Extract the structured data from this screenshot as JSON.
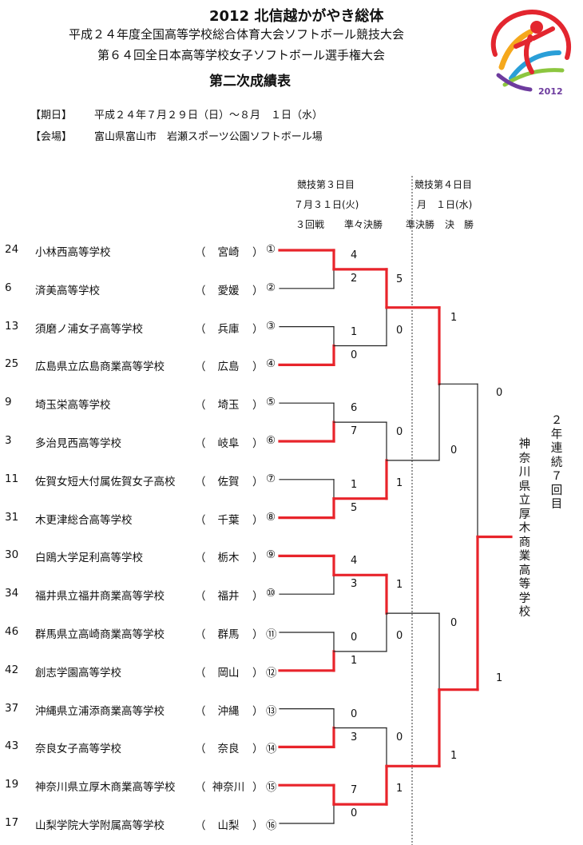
{
  "header": {
    "title": "2012 北信越かがやき総体",
    "line2": "平成２４年度全国高等学校総合体育大会ソフトボール競技大会",
    "line3": "第６４回全日本高等学校女子ソフトボール選手権大会",
    "line4": "第二次成績表"
  },
  "info": {
    "period_label": "【期日】",
    "period_value": "平成２４年７月２９日（日）～８月　１日（水）",
    "venue_label": "【会場】",
    "venue_value": "富山県富山市　岩瀬スポーツ公園ソフトボール場"
  },
  "logo": {
    "year": "2012",
    "colors": [
      "#e3262f",
      "#f5a81c",
      "#2a9fd8",
      "#8cc63f",
      "#6d3b9e"
    ]
  },
  "columns": {
    "day3": "競技第３日目",
    "day3_date": "７月３１日(火)",
    "day4": "競技第４日目",
    "day4_date": "月　１日(水)",
    "round3": "３回戦",
    "quarter": "準々決勝",
    "semi": "準決勝",
    "final": "決　勝"
  },
  "teams": [
    {
      "no": "24",
      "name": "小林西高等学校",
      "pref": "宮崎",
      "mark": "①"
    },
    {
      "no": "6",
      "name": "済美高等学校",
      "pref": "愛媛",
      "mark": "②"
    },
    {
      "no": "13",
      "name": "須磨ノ浦女子高等学校",
      "pref": "兵庫",
      "mark": "③"
    },
    {
      "no": "25",
      "name": "広島県立広島商業高等学校",
      "pref": "広島",
      "mark": "④"
    },
    {
      "no": "9",
      "name": "埼玉栄高等学校",
      "pref": "埼玉",
      "mark": "⑤"
    },
    {
      "no": "3",
      "name": "多治見西高等学校",
      "pref": "岐阜",
      "mark": "⑥"
    },
    {
      "no": "11",
      "name": "佐賀女短大付属佐賀女子高校",
      "pref": "佐賀",
      "mark": "⑦"
    },
    {
      "no": "31",
      "name": "木更津総合高等学校",
      "pref": "千葉",
      "mark": "⑧"
    },
    {
      "no": "30",
      "name": "白鴎大学足利高等学校",
      "pref": "栃木",
      "mark": "⑨"
    },
    {
      "no": "34",
      "name": "福井県立福井商業高等学校",
      "pref": "福井",
      "mark": "⑩"
    },
    {
      "no": "46",
      "name": "群馬県立高崎商業高等学校",
      "pref": "群馬",
      "mark": "⑪"
    },
    {
      "no": "42",
      "name": "創志学園高等学校",
      "pref": "岡山",
      "mark": "⑫"
    },
    {
      "no": "37",
      "name": "沖縄県立浦添商業高等学校",
      "pref": "沖縄",
      "mark": "⑬"
    },
    {
      "no": "43",
      "name": "奈良女子高等学校",
      "pref": "奈良",
      "mark": "⑭"
    },
    {
      "no": "19",
      "name": "神奈川県立厚木商業高等学校",
      "pref": "神奈川",
      "mark": "⑮"
    },
    {
      "no": "17",
      "name": "山梨学院大学附属高等学校",
      "pref": "山梨",
      "mark": "⑯"
    }
  ],
  "paren_open": "（",
  "paren_close": "）",
  "scores": {
    "r3": [
      [
        "4",
        "2"
      ],
      [
        "1",
        "0"
      ],
      [
        "6",
        "7"
      ],
      [
        "1",
        "5"
      ],
      [
        "4",
        "3"
      ],
      [
        "0",
        "1"
      ],
      [
        "0",
        "3"
      ],
      [
        "7",
        "0"
      ]
    ],
    "qf": [
      [
        "5",
        "0"
      ],
      [
        "0",
        "1"
      ],
      [
        "1",
        "0"
      ],
      [
        "0",
        "1"
      ]
    ],
    "sf": [
      [
        "1",
        "0"
      ],
      [
        "0",
        "1"
      ]
    ],
    "final": [
      "0",
      "1"
    ]
  },
  "r3_winners": [
    0,
    1,
    1,
    1,
    0,
    1,
    1,
    0
  ],
  "qf_winners": [
    0,
    1,
    0,
    1
  ],
  "sf_winners": [
    0,
    1
  ],
  "final_winner": 1,
  "champion": {
    "name": "神奈川県立厚木商業高等学校",
    "note": "２年連続７回目"
  },
  "colors": {
    "line": "#222222",
    "win": "#e8242b",
    "text": "#111111"
  }
}
